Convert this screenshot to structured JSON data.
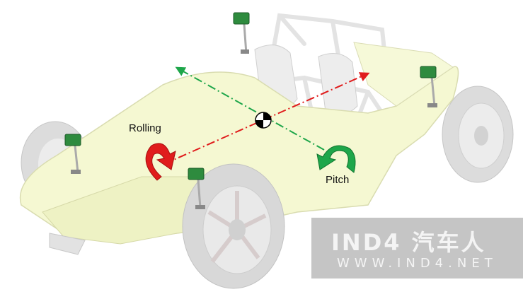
{
  "labels": {
    "rolling": "Rolling",
    "pitch": "Pitch"
  },
  "watermark": {
    "logo": "IND4 汽车人",
    "url": "WWW.IND4.NET"
  },
  "colors": {
    "body": "#f5f8d2",
    "frame": "#e6e6e6",
    "rolling_arrow": "#e01c1c",
    "pitch_arrow": "#1ea64a",
    "tire": "#d8d8d8",
    "sensor": "#2e8b3e"
  }
}
